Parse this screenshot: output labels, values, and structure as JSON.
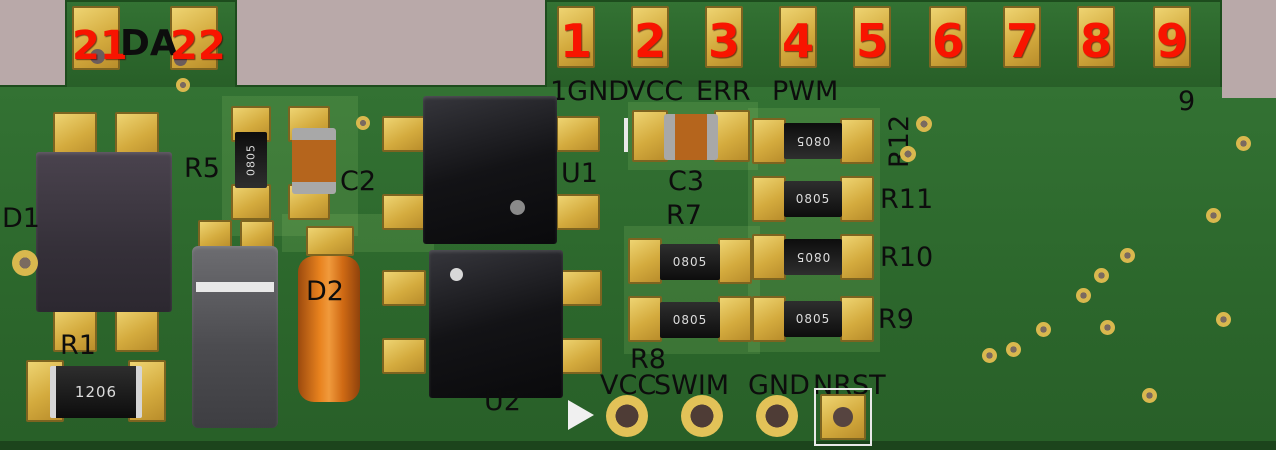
{
  "scene": {
    "description": "3D render of a green printed circuit board",
    "board_color": "#2e6b2e",
    "pad_color": "#d9b84e",
    "background_color": "#b9a9a9",
    "silkscreen_red": "#f81400",
    "silkscreen_black": "#0d0d0d"
  },
  "edge_left": {
    "numbers": [
      "21",
      "22"
    ],
    "label": "DA"
  },
  "edge_right": {
    "numbers": [
      "1",
      "2",
      "3",
      "4",
      "5",
      "6",
      "7",
      "8",
      "9"
    ]
  },
  "net_labels": {
    "items": [
      "1GND",
      "VCC",
      "ERR",
      "PWM"
    ],
    "corner": "9"
  },
  "refdes": {
    "d1": "D1",
    "r1": "R1",
    "r5": "R5",
    "c2": "C2",
    "d2": "D2",
    "u1": "U1",
    "u2": "U2",
    "c3": "C3",
    "r7": "R7",
    "r8": "R8",
    "r9": "R9",
    "r10": "R10",
    "r11": "R11",
    "r12": "R12"
  },
  "markings": {
    "r1": "1206",
    "chip": "0805"
  },
  "header": {
    "pins": [
      "VCC",
      "SWIM",
      "GND",
      "NRST"
    ]
  }
}
